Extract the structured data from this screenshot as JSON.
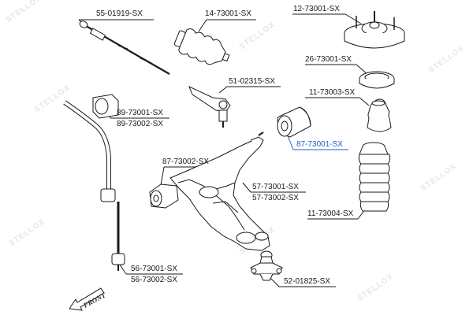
{
  "watermark": {
    "brand": "STELLOX"
  },
  "front_label": "FRONT",
  "colors": {
    "line": "#1a1a1a",
    "highlight": "#1f5fbf",
    "watermark": "#e6e6e6"
  },
  "parts": [
    {
      "code": "55-01919-SX",
      "highlight": false
    },
    {
      "code": "14-73001-SX",
      "highlight": false
    },
    {
      "code": "12-73001-SX",
      "highlight": false
    },
    {
      "code": "26-73001-SX",
      "highlight": false
    },
    {
      "code": "51-02315-SX",
      "highlight": false
    },
    {
      "code": "11-73003-SX",
      "highlight": false
    },
    {
      "code": "89-73001-SX",
      "highlight": false
    },
    {
      "code": "89-73002-SX",
      "highlight": false
    },
    {
      "code": "87-73001-SX",
      "highlight": true
    },
    {
      "code": "87-73002-SX",
      "highlight": false
    },
    {
      "code": "57-73001-SX",
      "highlight": false
    },
    {
      "code": "57-73002-SX",
      "highlight": false
    },
    {
      "code": "11-73004-SX",
      "highlight": false
    },
    {
      "code": "56-73001-SX",
      "highlight": false
    },
    {
      "code": "56-73002-SX",
      "highlight": false
    },
    {
      "code": "52-01825-SX",
      "highlight": false
    }
  ]
}
